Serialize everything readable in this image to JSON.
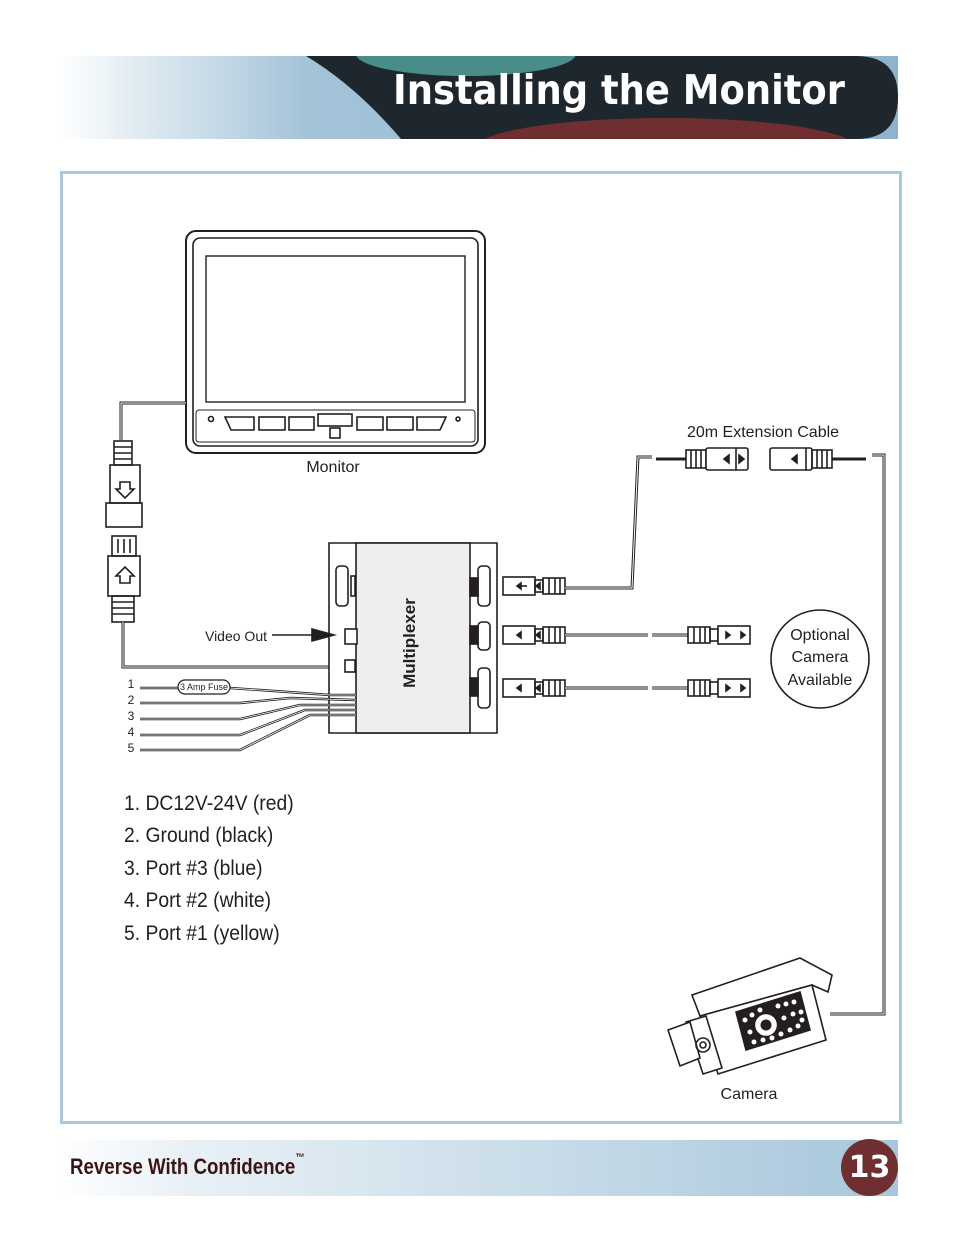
{
  "header": {
    "title": "Installing the Monitor"
  },
  "diagram": {
    "monitor_label": "Monitor",
    "extension_cable_label": "20m Extension Cable",
    "multiplexer_label": "Multiplexer",
    "video_out_label": "Video Out",
    "fuse_label": "3 Amp Fuse",
    "optional_camera_label": [
      "Optional",
      "Camera",
      "Available"
    ],
    "camera_label": "Camera",
    "wire_numbers": [
      "1",
      "2",
      "3",
      "4",
      "5"
    ]
  },
  "wiring_list": [
    "1. DC12V-24V (red)",
    "2. Ground (black)",
    "3. Port #3 (blue)",
    "4. Port #2 (white)",
    "5. Port #1 (yellow)"
  ],
  "footer": {
    "brand": "Reverse With Confidence",
    "trademark": "™",
    "page_number": "13"
  },
  "colors": {
    "header_dark": "#1d272d",
    "header_teal": "#4a8c88",
    "header_red": "#6f2f31",
    "frame_border": "#a9c7dd",
    "footer_blue": "#a7c6db"
  }
}
